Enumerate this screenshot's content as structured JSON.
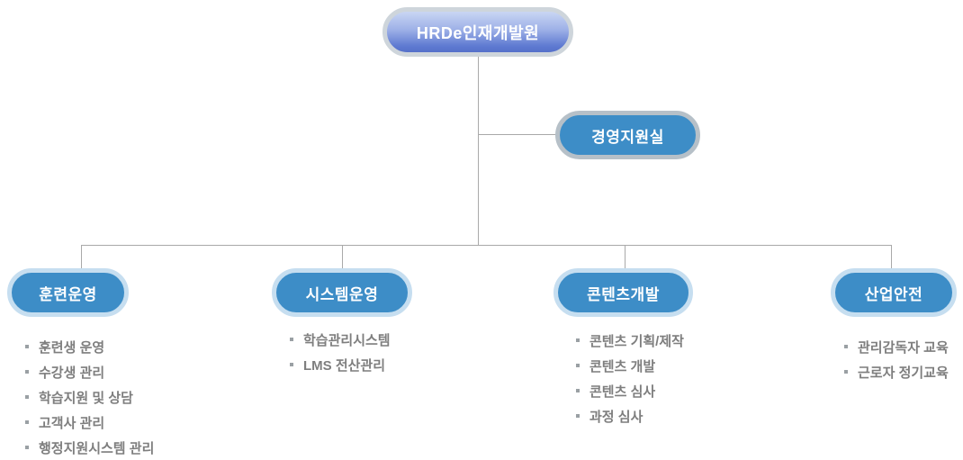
{
  "org": {
    "root": {
      "label": "HRDe인재개발원"
    },
    "staff": {
      "label": "경영지원실"
    },
    "departments": [
      {
        "label": "훈련운영",
        "items": [
          "훈련생 운영",
          "수강생 관리",
          "학습지원 및 상담",
          "고객사 관리",
          "행정지원시스템 관리"
        ]
      },
      {
        "label": "시스템운영",
        "items": [
          "학습관리시스템",
          "LMS 전산관리"
        ]
      },
      {
        "label": "콘텐츠개발",
        "items": [
          "콘텐츠 기획/제작",
          "콘텐츠 개발",
          "콘텐츠 심사",
          "과정 심사"
        ]
      },
      {
        "label": "산업안전",
        "items": [
          "관리감독자 교육",
          "근로자 정기교육"
        ]
      }
    ],
    "colors": {
      "node_fill": "#3d8dc7",
      "node_ring_light_blue": "#c6def0",
      "staff_ring_gray": "#b6c0c8",
      "root_gradient_top": "#c9d6f3",
      "root_gradient_bottom": "#5570ca",
      "root_ring": "#ced5db",
      "connector_line": "#a9a9a9",
      "list_text": "#7e7e7e"
    }
  }
}
